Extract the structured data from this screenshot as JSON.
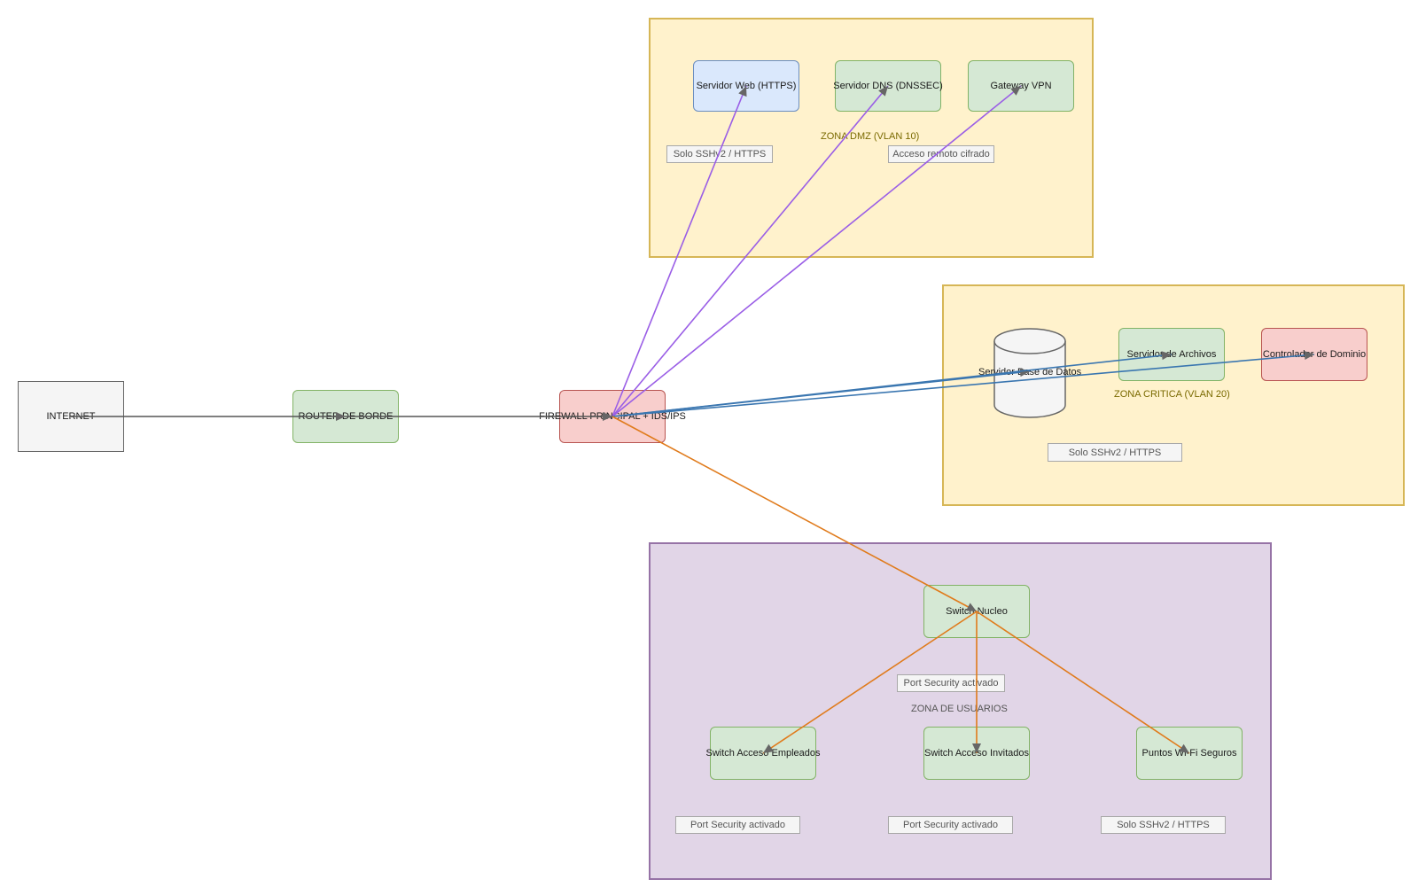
{
  "nodes": {
    "internet": "INTERNET",
    "router": "ROUTER DE BORDE",
    "firewall": "FIREWALL PRINCIPAL + IDS/IPS",
    "web": "Servidor Web (HTTPS)",
    "dns": "Servidor DNS (DNSSEC)",
    "vpn": "Gateway VPN",
    "db": "Servidor Base de Datos",
    "files": "Servidor de Archivos",
    "dc": "Controlador de Dominio",
    "core": "Switch Nucleo",
    "emp": "Switch Acceso Empleados",
    "guest": "Switch Acceso Invitados",
    "wifi": "Puntos Wi-Fi Seguros"
  },
  "zones": {
    "dmz": "ZONA DMZ (VLAN 10)",
    "critical": "ZONA CRITICA (VLAN 20)",
    "users": "ZONA DE USUARIOS"
  },
  "notes": {
    "dmz_web": "Solo SSHv2 / HTTPS",
    "dmz_vpn": "Acceso remoto cifrado",
    "crit": "Solo SSHv2 / HTTPS",
    "core": "Port Security activado",
    "emp": "Port Security activado",
    "guest": "Port Security activado",
    "wifi": "Solo SSHv2 / HTTPS"
  },
  "colors": {
    "edge_main": "#555555",
    "edge_dmz": "#9a5ee6",
    "edge_critical": "#3a76b0",
    "edge_users": "#e07b1c"
  }
}
